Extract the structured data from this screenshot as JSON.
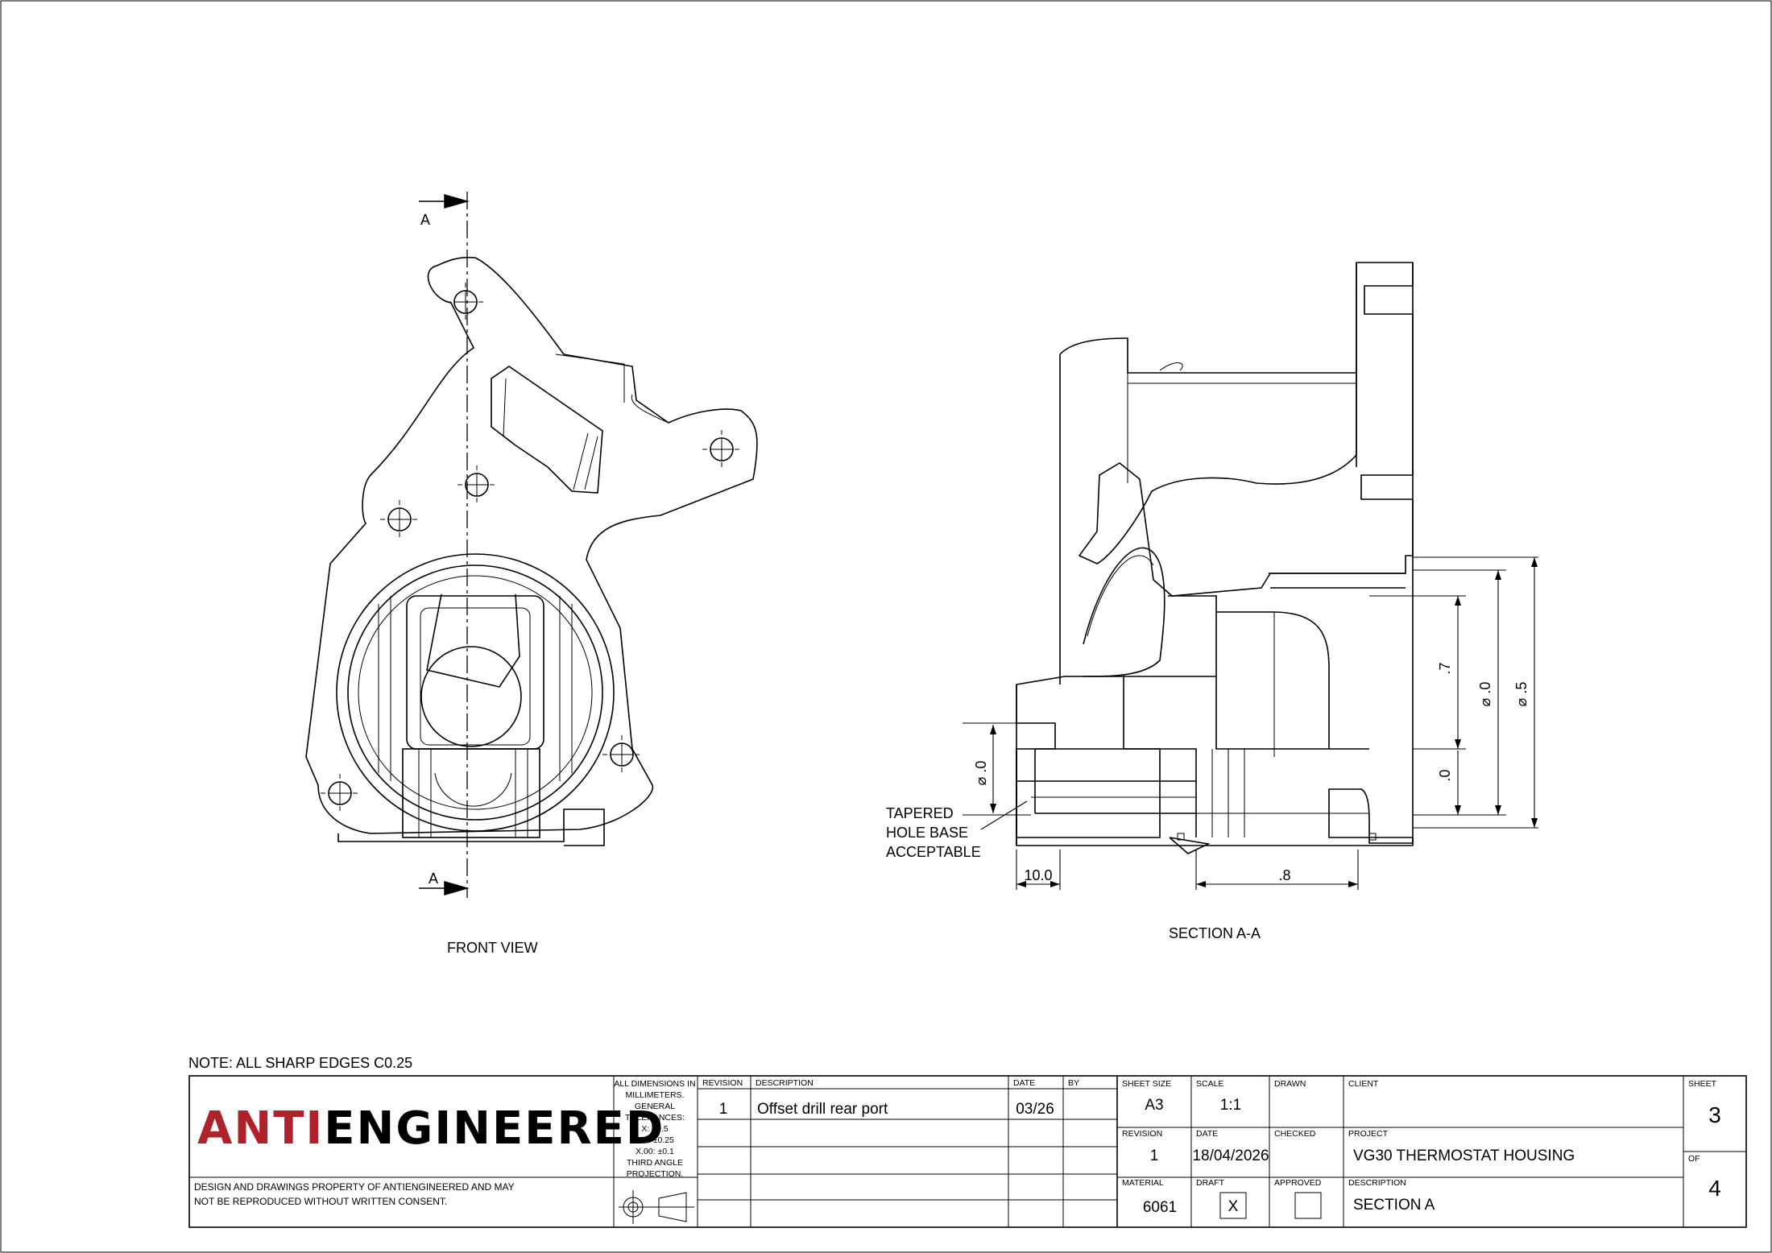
{
  "views": {
    "front_view_label": "FRONT VIEW",
    "section_view_label": "SECTION A-A",
    "section_marker_top": "A",
    "section_marker_bottom": "A"
  },
  "annotations": {
    "tapered_note_line1": "TAPERED",
    "tapered_note_line2": "HOLE BASE",
    "tapered_note_line3": "ACCEPTABLE",
    "general_note": "NOTE: ALL SHARP EDGES C0.25"
  },
  "dimensions": {
    "left_depth": "10.0",
    "bottom_length": ".8",
    "small_bore": "⌀  .0",
    "bore_7": ".7",
    "bore_0": ".0",
    "dia_0": "⌀  .0",
    "dia_5": "⌀  .5"
  },
  "title_block": {
    "logo_red": "ANTI",
    "logo_black": "ENGINEERED",
    "copyright_line1": "DESIGN AND DRAWINGS PROPERTY OF ANTIENGINEERED AND MAY",
    "copyright_line2": "NOT BE REPRODUCED WITHOUT WRITTEN CONSENT.",
    "tolerance_lines": [
      "ALL DIMENSIONS IN",
      "MILLIMETERS.",
      "GENERAL",
      "TOLERANCES:",
      "X: ±0.5",
      "X.0: ±0.25",
      "X.00: ±0.1",
      "THIRD ANGLE",
      "PROJECTION."
    ],
    "revision_header": "REVISION",
    "description_header": "DESCRIPTION",
    "date_header": "DATE",
    "by_header": "BY",
    "revision_row": {
      "revision": "1",
      "description": "Offset drill rear port",
      "date": "03/26",
      "by": ""
    },
    "sheet_size_label": "SHEET SIZE",
    "sheet_size": "A3",
    "scale_label": "SCALE",
    "scale": "1:1",
    "drawn_label": "DRAWN",
    "client_label": "CLIENT",
    "sheet_label": "SHEET",
    "sheet_number": "3",
    "revision_label": "REVISION",
    "revision": "1",
    "date_label": "DATE",
    "date": "18/04/2026",
    "checked_label": "CHECKED",
    "project_label": "PROJECT",
    "project": "VG30 THERMOSTAT HOUSING",
    "of_label": "OF",
    "sheet_total": "4",
    "material_label": "MATERIAL",
    "material": "6061",
    "draft_label": "DRAFT",
    "draft_mark": "X",
    "approved_label": "APPROVED",
    "description_label": "DESCRIPTION",
    "description": "SECTION A"
  },
  "colors": {
    "logo_red": "#b0222b",
    "ink": "#000000"
  }
}
